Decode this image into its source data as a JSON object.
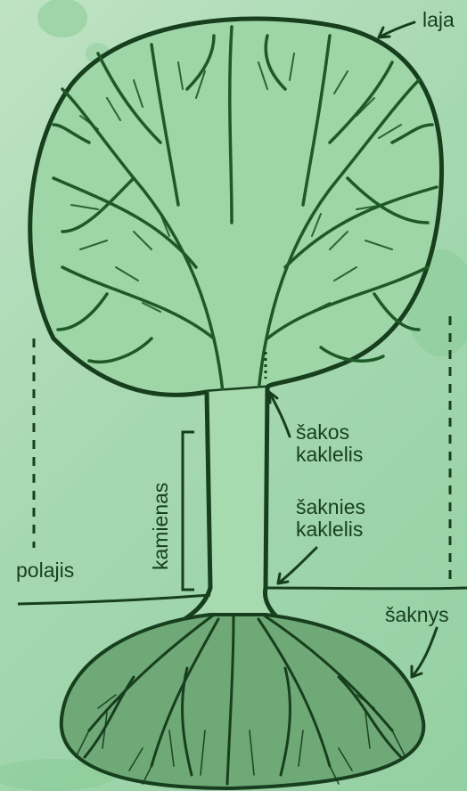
{
  "labels": {
    "crown": "laja",
    "branch_collar": [
      "šakos",
      "kaklelis"
    ],
    "root_collar": [
      "šaknies",
      "kaklelis"
    ],
    "trunk": "kamienas",
    "ground": "polajis",
    "roots": "šaknys"
  },
  "colors": {
    "ink": "#173f1e",
    "foliage": "#1d5a25",
    "background_light": "#bfe3c4",
    "background_dark": "#94d0a2"
  }
}
